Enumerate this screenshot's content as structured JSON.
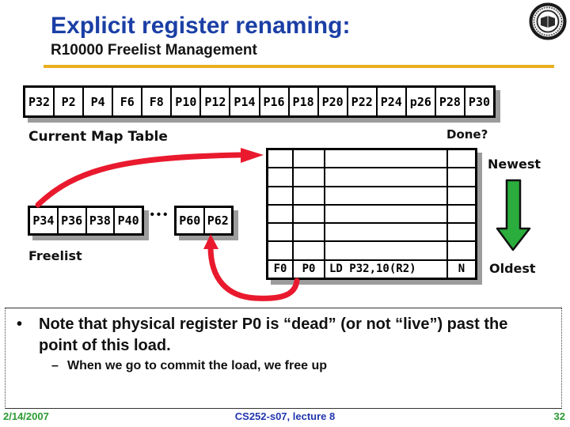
{
  "title": "Explicit register renaming:",
  "subtitle": "R10000 Freelist Management",
  "map_table": {
    "label": "Current Map Table",
    "cells": [
      "P32",
      "P2",
      "P4",
      "F6",
      "F8",
      "P10",
      "P12",
      "P14",
      "P16",
      "P18",
      "P20",
      "P22",
      "P24",
      "p26",
      "P28",
      "P30"
    ]
  },
  "rob": {
    "done_label": "Done?",
    "newest_label": "Newest",
    "oldest_label": "Oldest",
    "empty_row_count": 6,
    "last_row": {
      "rt": "F0",
      "rs": "P0",
      "instruction": "LD P32,10(R2)",
      "done": "N"
    }
  },
  "freelist": {
    "label": "Freelist",
    "left_cells": [
      "P34",
      "P36",
      "P38",
      "P40"
    ],
    "ellipsis": "•••",
    "right_cells": [
      "P60",
      "P62"
    ]
  },
  "note": {
    "bullet_glyph": "•",
    "text": "Note that physical register P0 is “dead” (or not “live”) past the point of this load.",
    "sub_dash": "–",
    "sub_text": "When we go to commit the load, we free up"
  },
  "footer": {
    "date": "2/14/2007",
    "course": "CS252-s07, lecture 8",
    "page": "32"
  },
  "colors": {
    "title_blue": "#1b3fa5",
    "accent_gold": "#e9af1f",
    "arrow_red": "#e91a2e",
    "arrow_green": "#2aad3c",
    "footer_green": "#2d9a33",
    "footer_blue": "#2236ae",
    "shadow_gray": "#9c9c9c"
  }
}
